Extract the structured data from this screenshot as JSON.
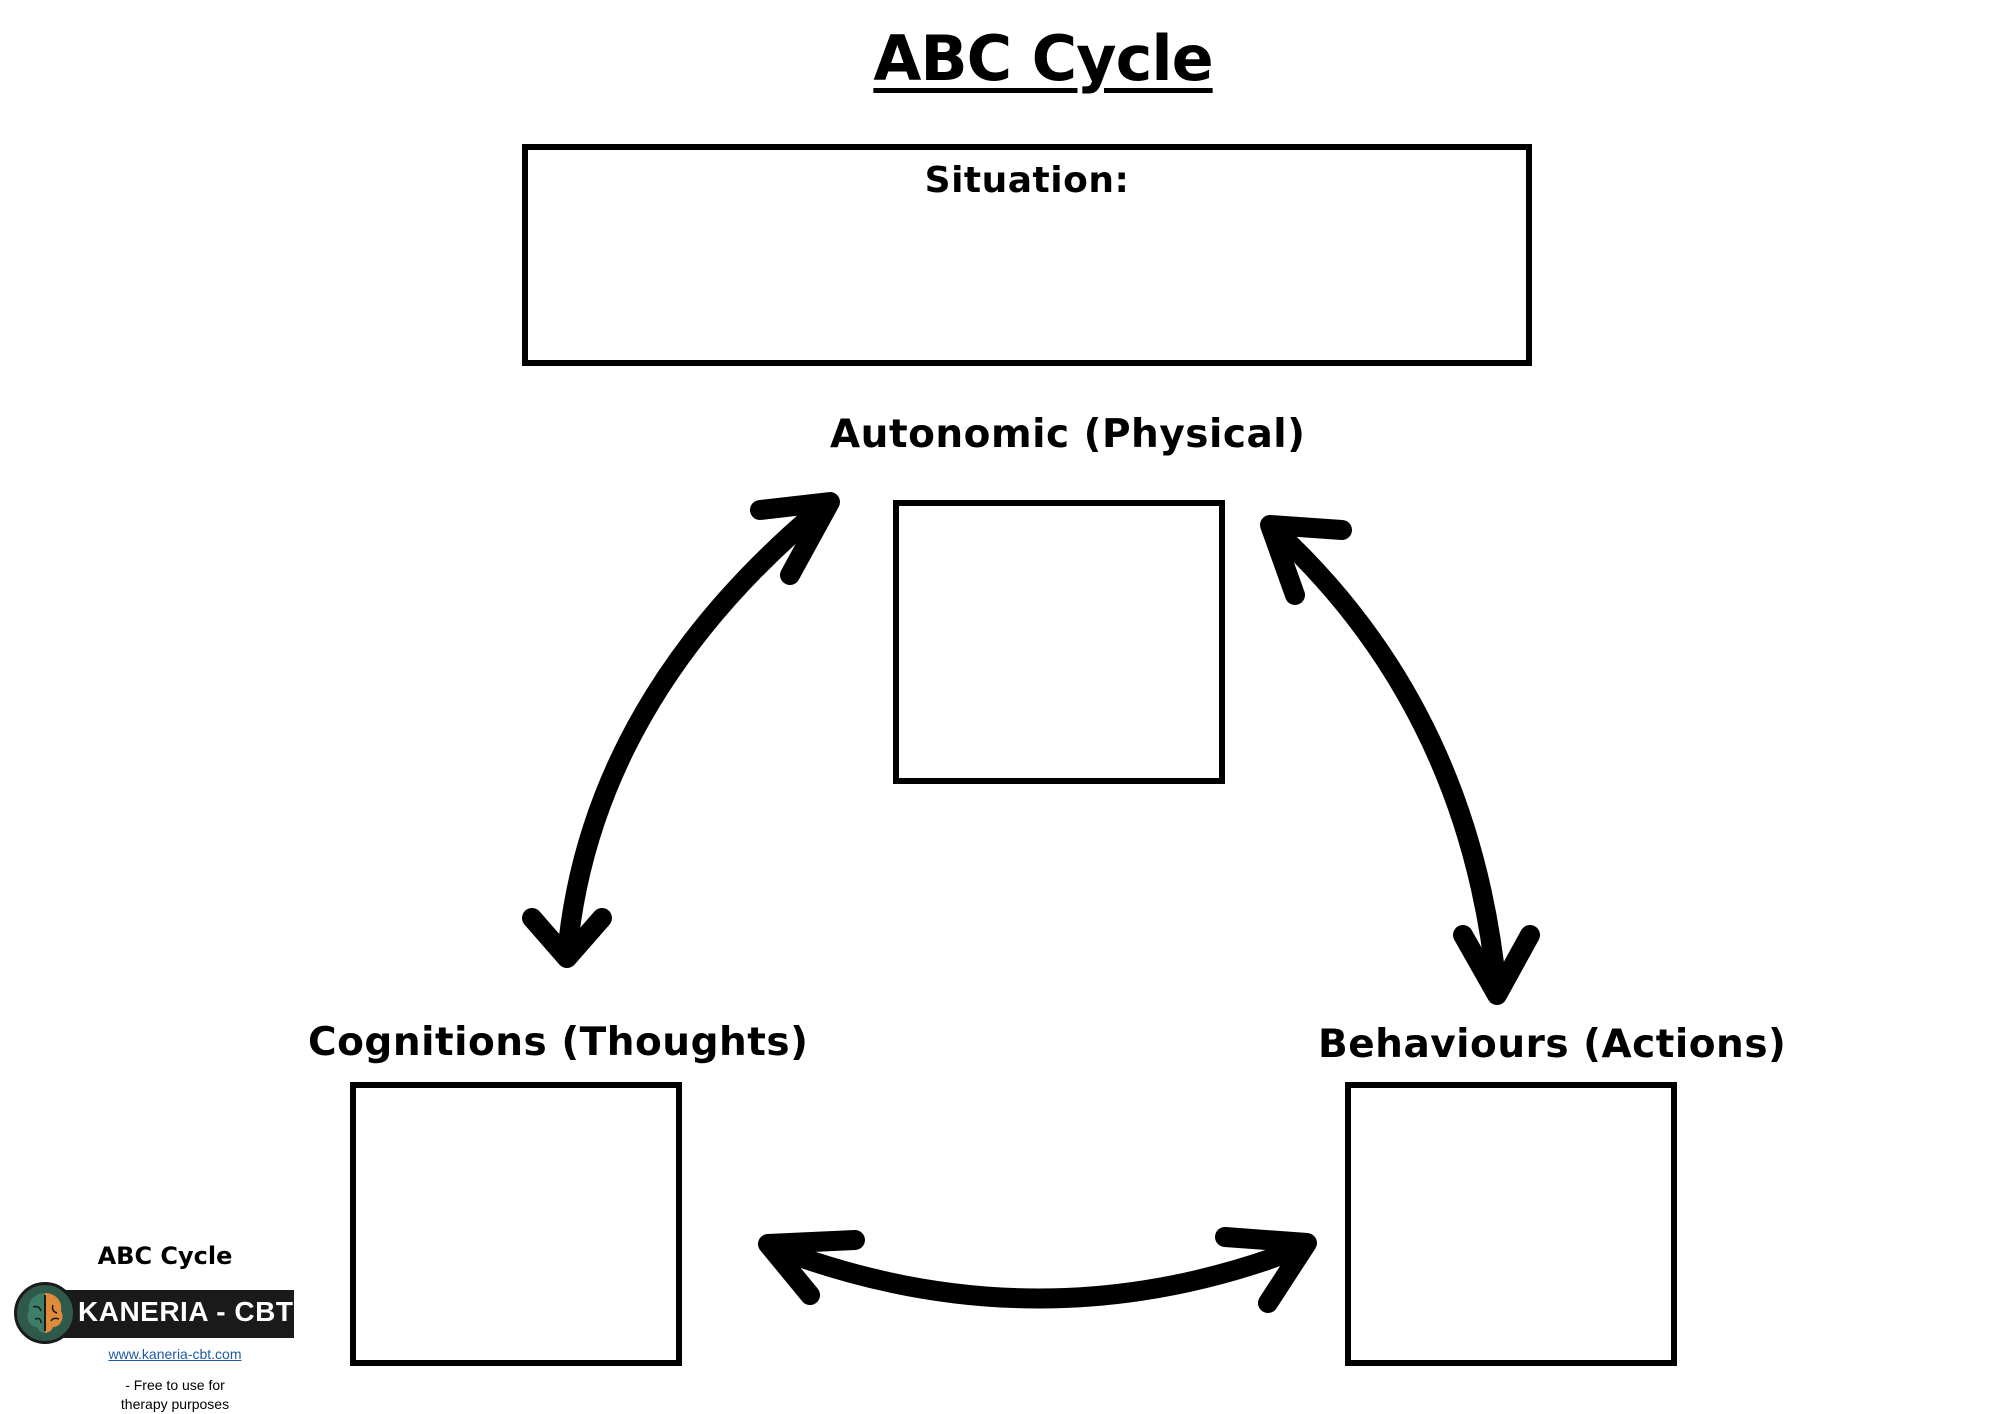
{
  "title": "ABC Cycle",
  "situation": {
    "label": "Situation:"
  },
  "nodes": {
    "autonomic": {
      "label": "Autonomic (Physical)"
    },
    "cognitions": {
      "label": "Cognitions (Thoughts)"
    },
    "behaviours": {
      "label": "Behaviours (Actions)"
    }
  },
  "branding": {
    "title": "ABC Cycle",
    "name": "KANERIA - CBT",
    "website": "www.kaneria-cbt.com",
    "note_line1": "- Free to use for",
    "note_line2": "therapy purposes",
    "logo_icon": "brain-icon",
    "colors": {
      "banner": "#1a1a1a",
      "emblem_green": "#2f5a4b",
      "emblem_orange": "#e08a3c",
      "link": "#1d5aa8"
    }
  }
}
